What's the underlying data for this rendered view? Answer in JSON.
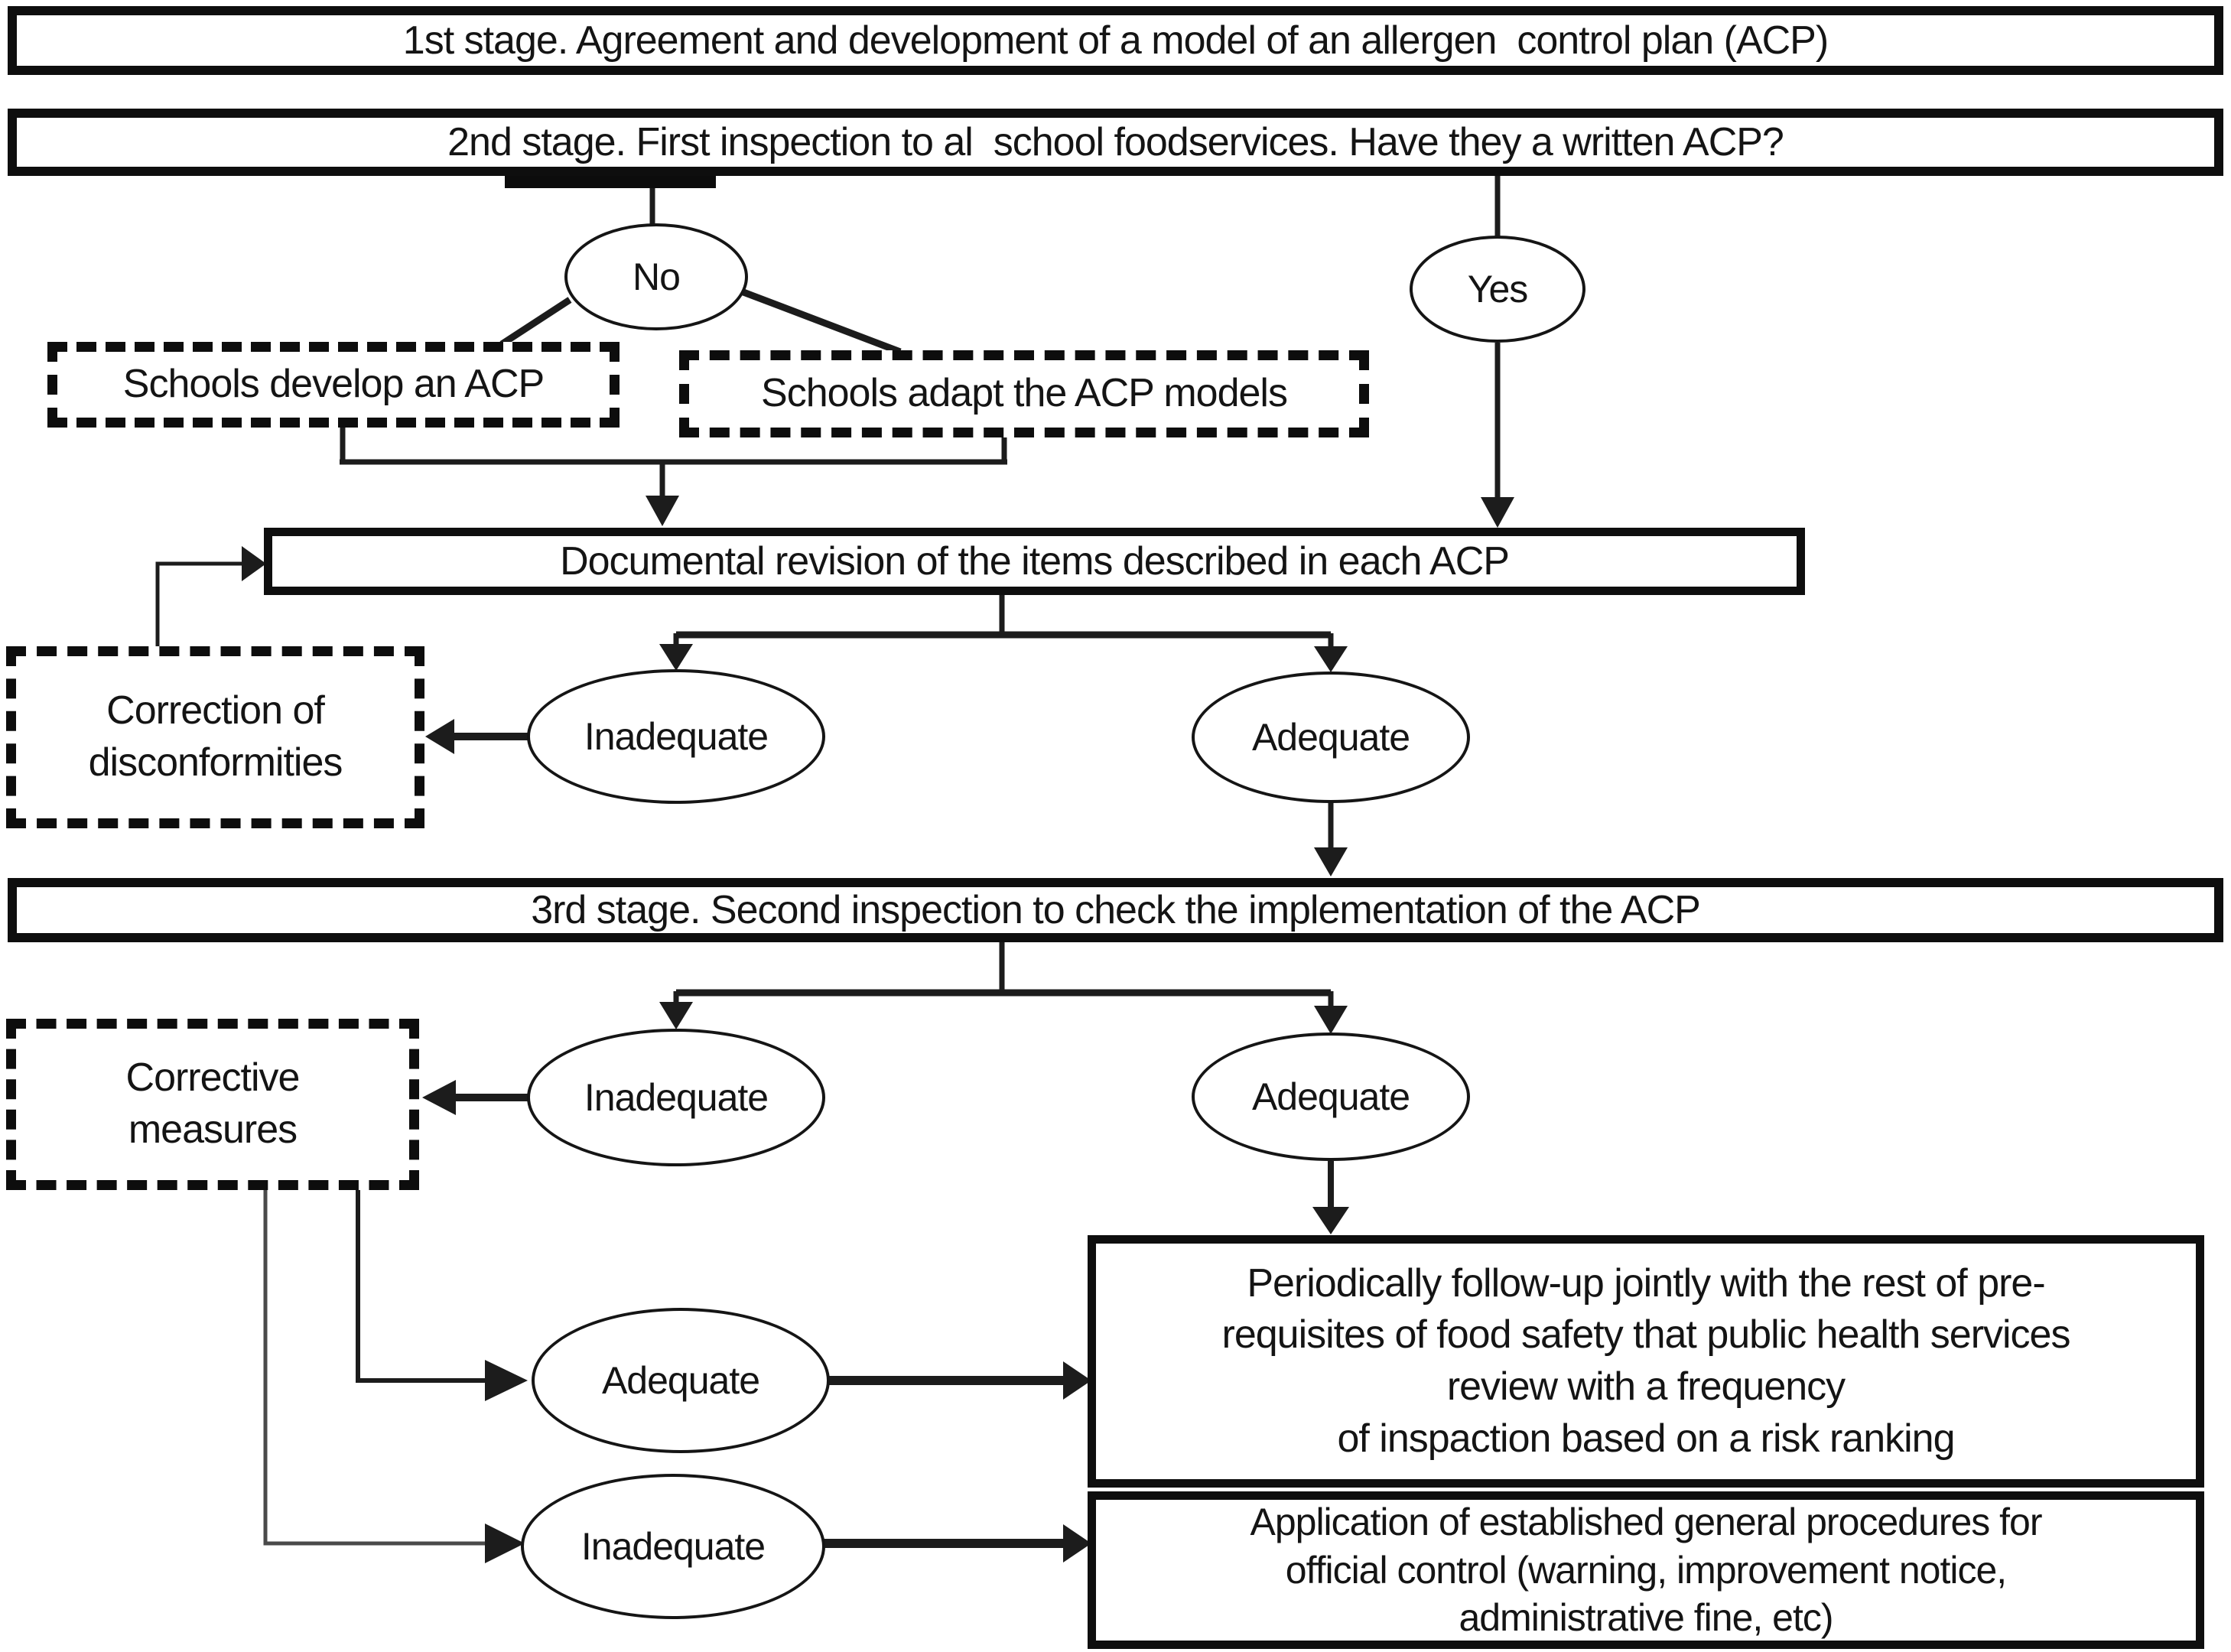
{
  "bars": {
    "stage1": "1st stage. Agreement and development of a model of an allergen  control plan (ACP)",
    "stage2": "2nd stage. First inspection to al  school foodservices. Have they a written ACP?",
    "stage3": "3rd stage. Second inspection to check the implementation of the ACP"
  },
  "decisions": {
    "no": "No",
    "yes": "Yes",
    "doc_review_inadequate": "Inadequate",
    "doc_review_adequate": "Adequate",
    "implementation_inadequate": "Inadequate",
    "implementation_adequate": "Adequate",
    "recheck_adequate": "Adequate",
    "recheck_inadequate": "Inadequate"
  },
  "processes": {
    "develop_acp": "Schools develop an ACP",
    "adapt_acp": "Schools adapt the ACP models",
    "documental_revision": "Documental revision of the items described in each ACP",
    "correction_disconformities": "Correction of\ndisconformities",
    "corrective_measures": "Corrective\nmeasures",
    "periodic_followup": "Periodically follow-up jointly with the rest of pre-\nrequisites of food safety that public health services\nreview with a frequency\nof inspaction based on a risk ranking",
    "official_control": "Application of established general procedures for\nofficial control (warning, improvement notice,\nadministrative fine, etc)"
  },
  "colors": {
    "ink": "#161616",
    "border": "#0e0e0e",
    "line": "#1c1c1c",
    "line_soft": "#4a4a4a",
    "background": "#ffffff"
  }
}
